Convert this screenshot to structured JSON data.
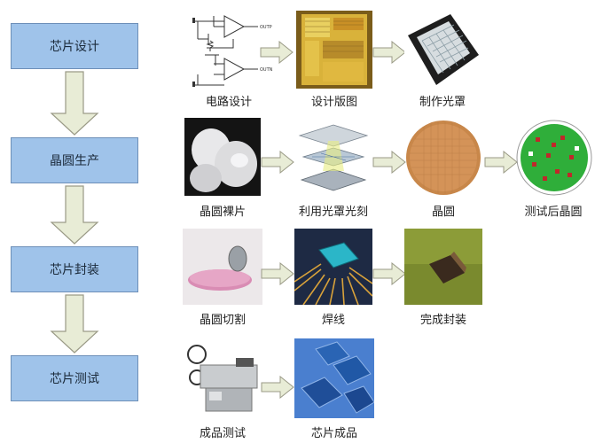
{
  "stages": [
    {
      "label": "芯片设计"
    },
    {
      "label": "晶圆生产"
    },
    {
      "label": "芯片封装"
    },
    {
      "label": "芯片测试"
    }
  ],
  "rows": [
    {
      "items": [
        "电路设计",
        "设计版图",
        "制作光罩"
      ]
    },
    {
      "items": [
        "晶圆裸片",
        "利用光罩光刻",
        "晶圆",
        "测试后晶圆"
      ]
    },
    {
      "items": [
        "晶圆切割",
        "焊线",
        "完成封装"
      ]
    },
    {
      "items": [
        "成品测试",
        "芯片成品"
      ]
    }
  ],
  "circuit_labels": {
    "out_top": "OUTP",
    "out_bottom": "OUTN"
  },
  "colors": {
    "stage_fill": "#9fc3ea",
    "stage_border": "#6d8fb8",
    "arrow_fill": "#e8ecd6",
    "arrow_stroke": "#9a9a86"
  }
}
